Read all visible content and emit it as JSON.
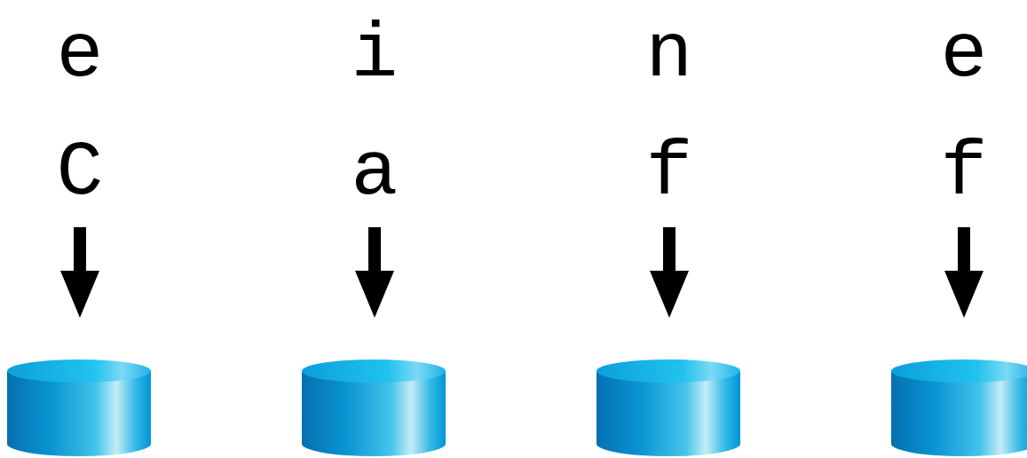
{
  "diagram": {
    "labels": [
      "e",
      "i",
      "n",
      "e",
      "C",
      "a",
      "f",
      "f"
    ]
  }
}
